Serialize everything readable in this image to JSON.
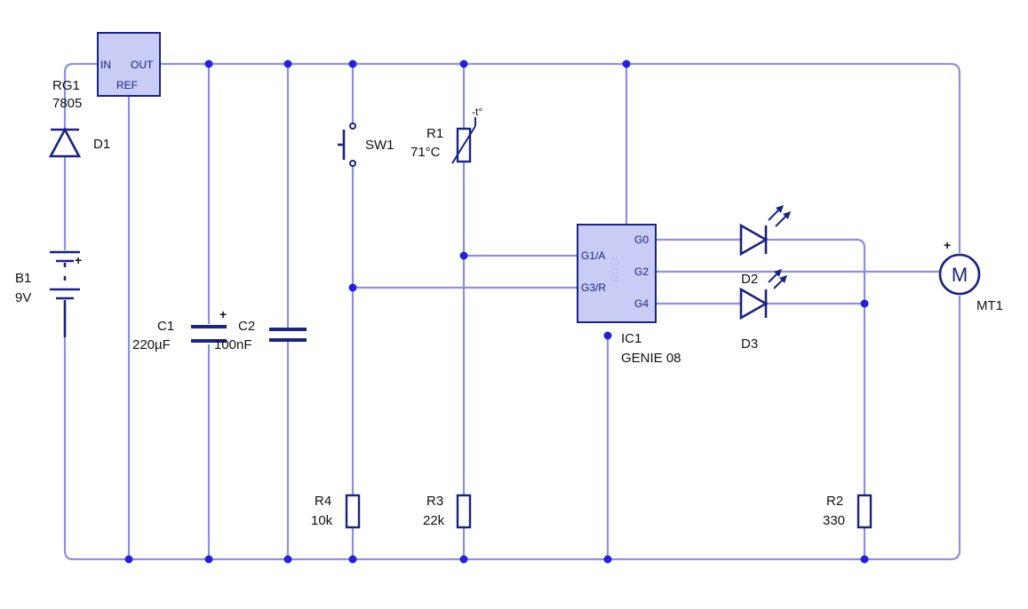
{
  "components": {
    "rg1": {
      "ref": "RG1",
      "value": "7805",
      "pin_in": "IN",
      "pin_out": "OUT",
      "pin_ref": "REF"
    },
    "d1": {
      "ref": "D1"
    },
    "b1": {
      "ref": "B1",
      "value": "9V",
      "plus": "+"
    },
    "c1": {
      "ref": "C1",
      "value": "220µF",
      "plus": "+"
    },
    "c2": {
      "ref": "C2",
      "value": "100nF"
    },
    "sw1": {
      "ref": "SW1"
    },
    "r1": {
      "ref": "R1",
      "value": "71°C",
      "tag": "-t°"
    },
    "r4": {
      "ref": "R4",
      "value": "10k"
    },
    "r3": {
      "ref": "R3",
      "value": "22k"
    },
    "ic1": {
      "ref": "IC1",
      "value": "GENIE 08",
      "watermark": "G08",
      "pins": [
        "G1/A",
        "G3/R",
        "G0",
        "G2",
        "G4"
      ]
    },
    "d2": {
      "ref": "D2"
    },
    "d3": {
      "ref": "D3"
    },
    "r2": {
      "ref": "R2",
      "value": "330"
    },
    "mt1": {
      "ref": "MT1",
      "symbol": "M",
      "plus": "+"
    }
  },
  "colors": {
    "wire": "#8f8fe0",
    "component": "#1a237e",
    "junction": "#2222dd",
    "chip_fill": "#c9cdf6"
  }
}
